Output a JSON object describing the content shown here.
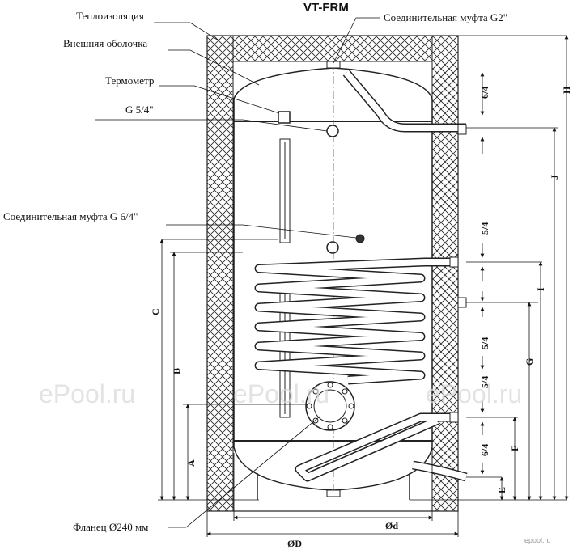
{
  "title": "VT-FRM",
  "callouts": {
    "insulation": "Теплоизоляция",
    "outer_shell": "Внешняя оболочка",
    "thermometer": "Термометр",
    "g54": "G 5/4\"",
    "coupling_g64": "Соединительная муфта G 6/4\"",
    "coupling_g2": "Соединительная муфта G2\"",
    "flange": "Фланец Ø240 мм"
  },
  "dimensions": {
    "A": "A",
    "B": "B",
    "C": "C",
    "D": "ØD",
    "d": "Ød",
    "E": "E",
    "F": "F",
    "G": "G",
    "H": "H",
    "I": "I",
    "J": "J"
  },
  "pipe_sizes": {
    "p1": "6/4",
    "p2": "5/4",
    "p3": "5/4",
    "p4": "5/4",
    "p5": "6/4"
  },
  "watermarks": [
    "ePool.ru",
    "ePool.ru",
    "ePool.ru"
  ],
  "corner_logo": "epool.ru"
}
